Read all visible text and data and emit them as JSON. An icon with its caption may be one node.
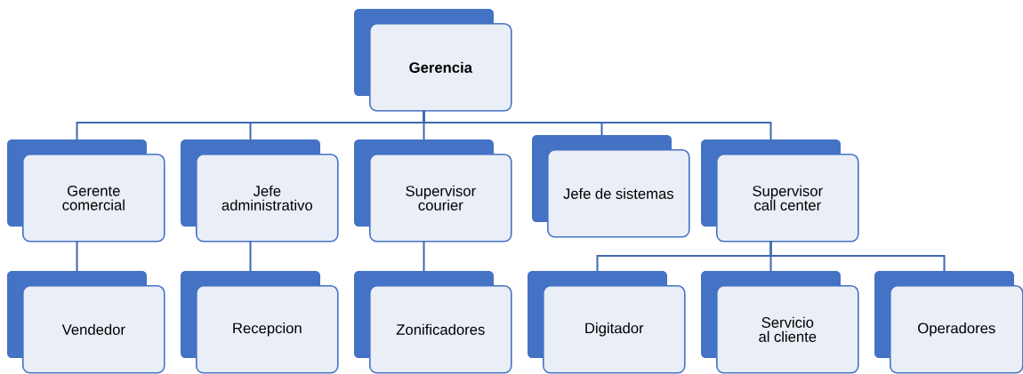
{
  "diagram": {
    "nodes": [
      {
        "text": [
          "Gerencia"
        ]
      },
      {
        "text": [
          "Gerente comercial"
        ]
      },
      {
        "text": [
          "Jefe administrativo"
        ]
      },
      {
        "text": [
          "Supervisor courier"
        ]
      },
      {
        "text": [
          "Jefe de sistemas"
        ]
      },
      {
        "text": [
          "Supervisor call center"
        ]
      },
      {
        "text": [
          "Vendedor"
        ]
      },
      {
        "text": [
          "Recepcion"
        ]
      },
      {
        "text": [
          "Zonificadores"
        ]
      },
      {
        "text": [
          "Digitador"
        ]
      },
      {
        "text": [
          "Servicio al cliente"
        ]
      },
      {
        "text": [
          "Operadores"
        ]
      }
    ],
    "edges": [
      {
        "from": 0,
        "to": 1,
        "arrow": "none"
      },
      {
        "from": 0,
        "to": 2,
        "arrow": "none"
      },
      {
        "from": 0,
        "to": 3,
        "arrow": "none"
      },
      {
        "from": 0,
        "to": 4,
        "arrow": "none"
      },
      {
        "from": 0,
        "to": 5,
        "arrow": "none"
      },
      {
        "from": 1,
        "to": 6,
        "arrow": "none"
      },
      {
        "from": 2,
        "to": 7,
        "arrow": "none"
      },
      {
        "from": 3,
        "to": 8,
        "arrow": "none"
      },
      {
        "from": 5,
        "to": 9,
        "arrow": "none"
      },
      {
        "from": 5,
        "to": 10,
        "arrow": "none"
      },
      {
        "from": 5,
        "to": 11,
        "arrow": "none"
      }
    ]
  }
}
